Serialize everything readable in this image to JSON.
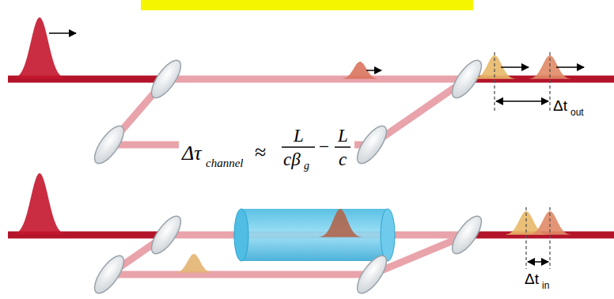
{
  "diagram": {
    "labels": [
      "Δτ",
      "channel",
      "≈",
      "L",
      "cβ",
      "g",
      "−",
      "L",
      "c",
      "Δt",
      "out",
      "Δt",
      "in"
    ]
  }
}
